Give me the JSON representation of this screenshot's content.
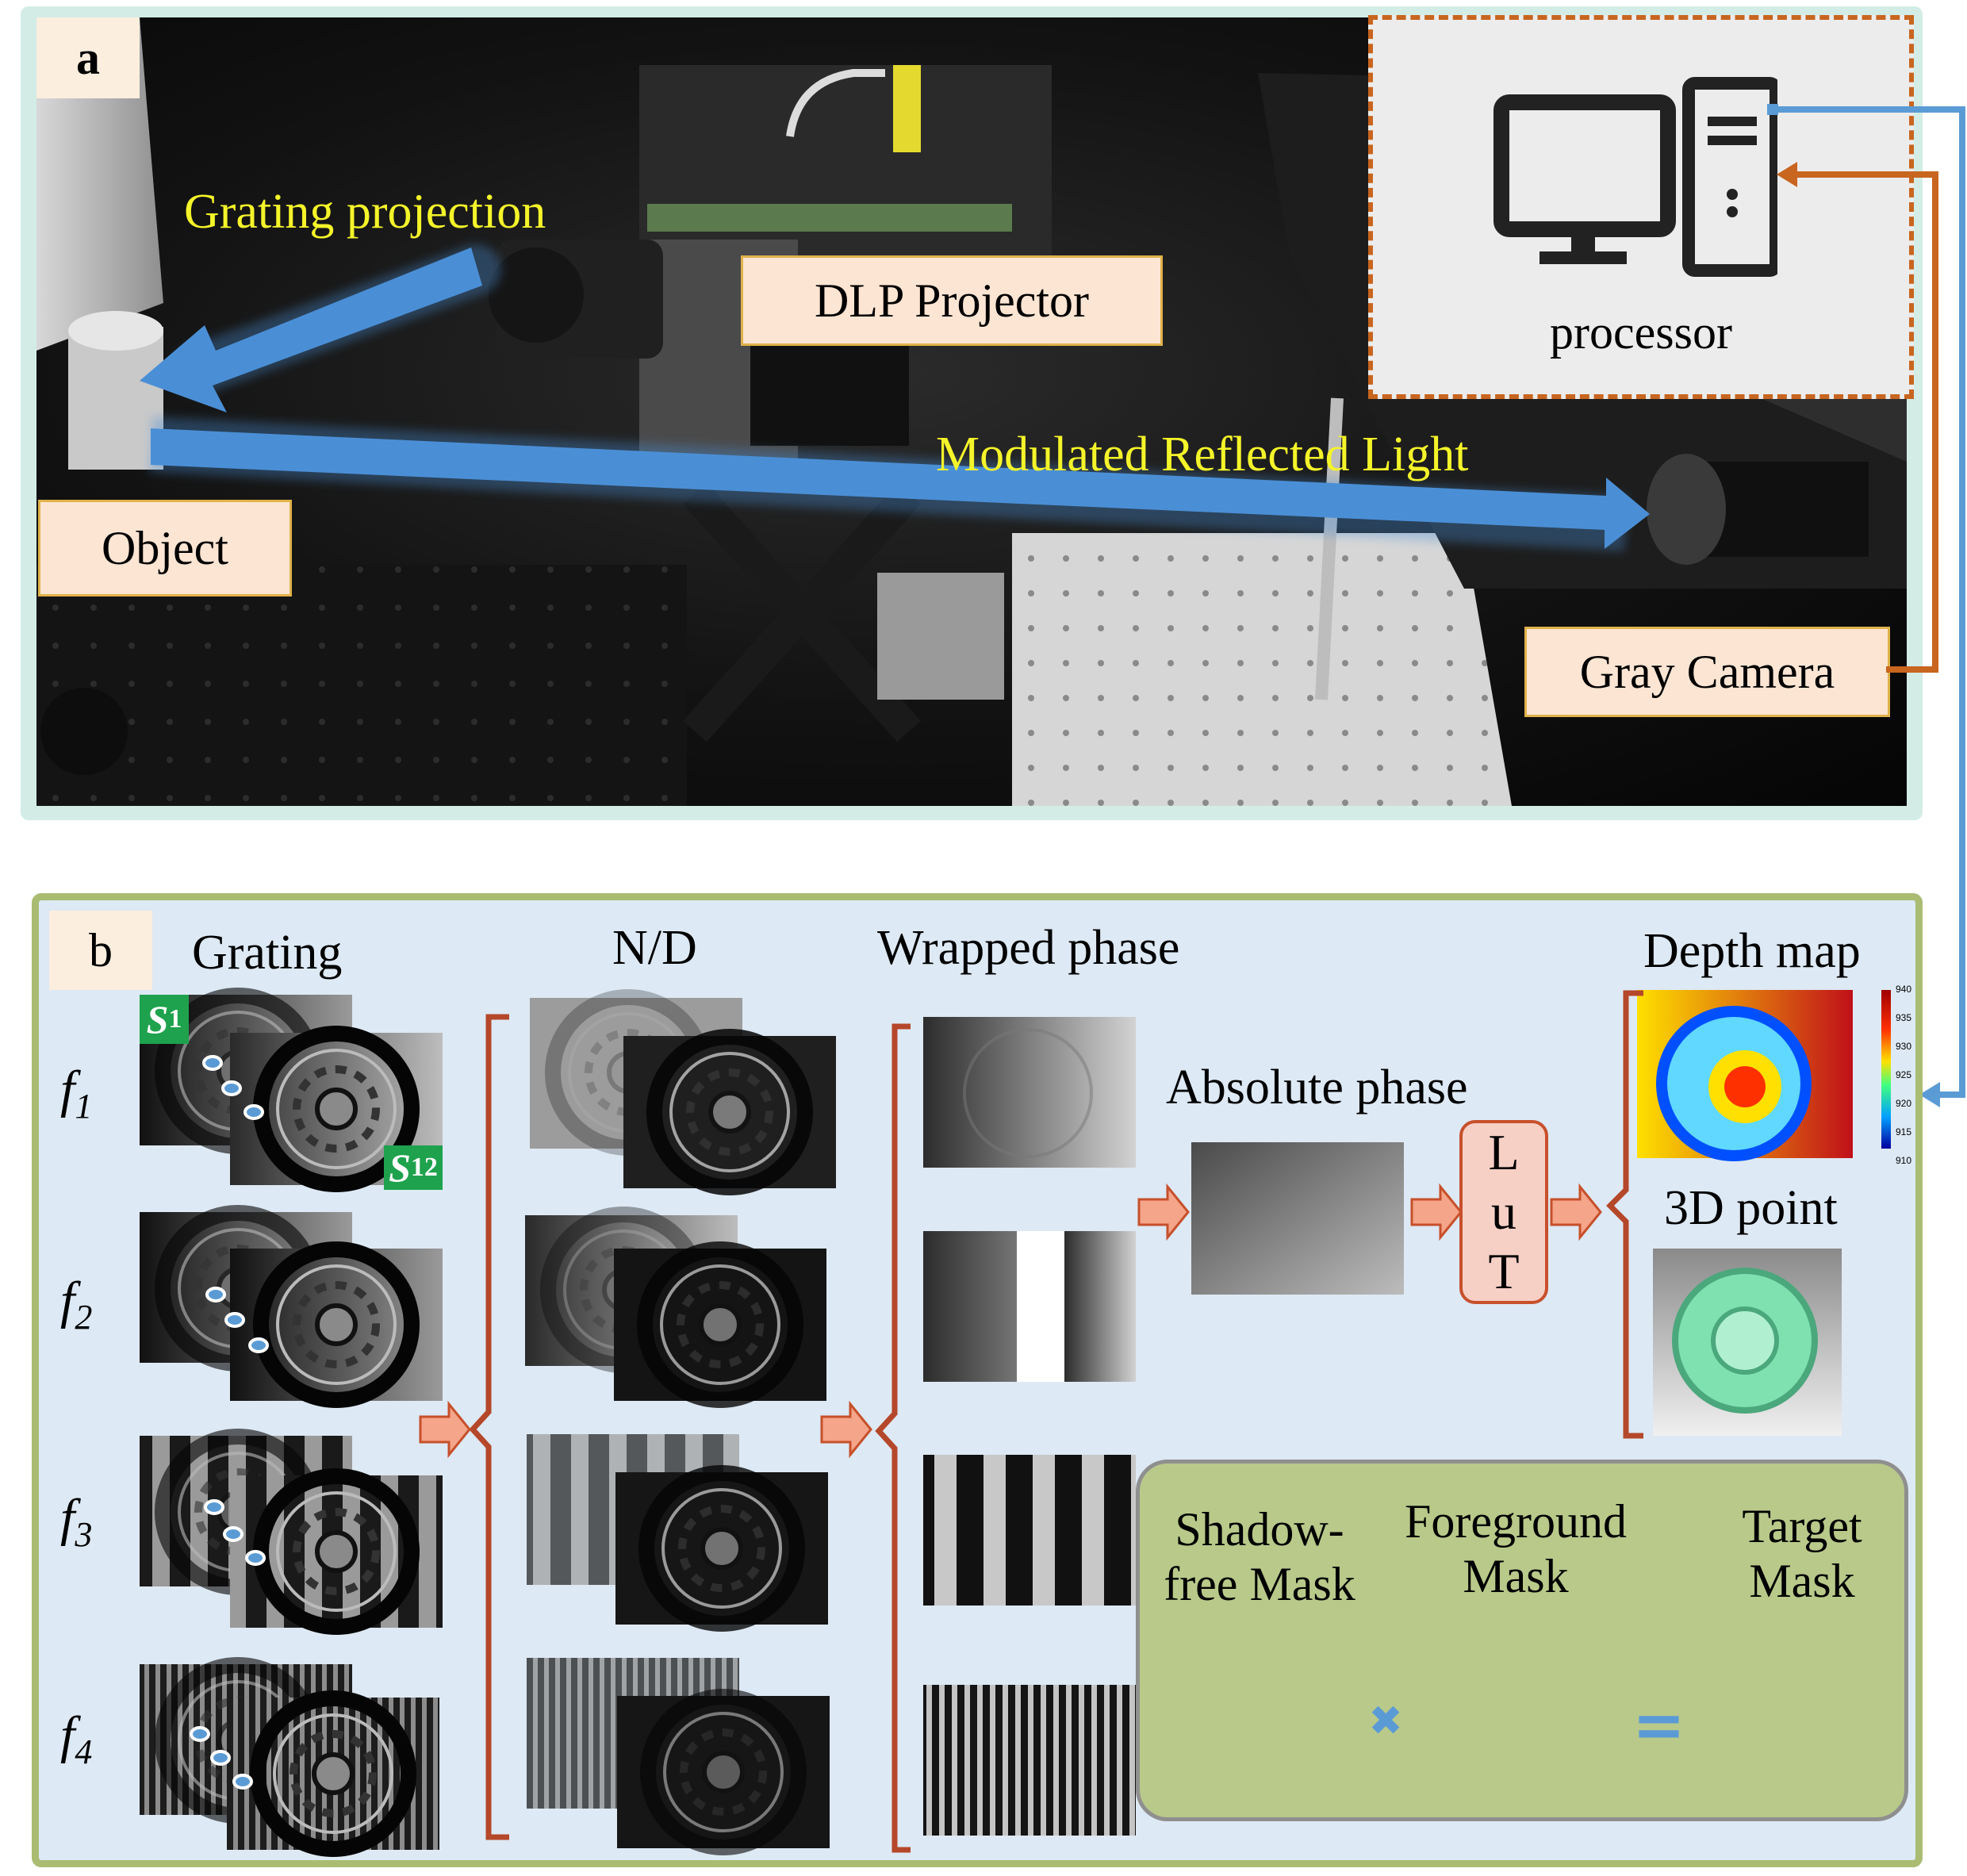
{
  "panel_a": {
    "letter": "a",
    "labels": {
      "grating_projection": "Grating projection",
      "dlp_projector": "DLP Projector",
      "modulated_reflected_light": "Modulated Reflected Light",
      "object": "Object",
      "gray_camera": "Gray Camera",
      "processor": "processor"
    },
    "colors": {
      "beam": "#4a8fd6",
      "label_box_fill": "#fce5d3",
      "label_box_border": "#e0b24a",
      "highlight_text": "#f4f42a",
      "orange_connector": "#c8651f",
      "blue_connector": "#5b9bd5"
    }
  },
  "panel_b": {
    "letter": "b",
    "headers": {
      "grating": "Grating",
      "nd": "N/D",
      "wrapped_phase": "Wrapped phase",
      "absolute_phase": "Absolute phase",
      "depth_map": "Depth map",
      "point_cloud": "3D point"
    },
    "frequencies": [
      "f1",
      "f2",
      "f3",
      "f4"
    ],
    "frequency_labels": [
      {
        "base": "f",
        "sub": "1"
      },
      {
        "base": "f",
        "sub": "2"
      },
      {
        "base": "f",
        "sub": "3"
      },
      {
        "base": "f",
        "sub": "4"
      }
    ],
    "first_image_tag": {
      "base": "S",
      "sub": "1"
    },
    "last_image_tag": {
      "base": "S",
      "sub": "12"
    },
    "lut_letters": [
      "L",
      "u",
      "T"
    ],
    "colorbar_ticks": [
      "940",
      "935",
      "930",
      "925",
      "920",
      "915",
      "910"
    ],
    "masks": {
      "shadow_free_line1": "Shadow-",
      "shadow_free_line2": "free Mask",
      "foreground_line1": "Foreground",
      "foreground_line2": "Mask",
      "target_line1": "Target",
      "target_line2": "Mask",
      "multiply_symbol": "✖",
      "equals_symbol": "="
    },
    "colors": {
      "panel_fill": "#dde9f4",
      "panel_border": "#a9bc72",
      "bracket": "#b5472a",
      "arrow_fill": "#f4a58a",
      "mask_panel_fill": "#b8c98a",
      "tag_green": "#1fa24d",
      "dot_blue": "#5b9bd5"
    }
  }
}
